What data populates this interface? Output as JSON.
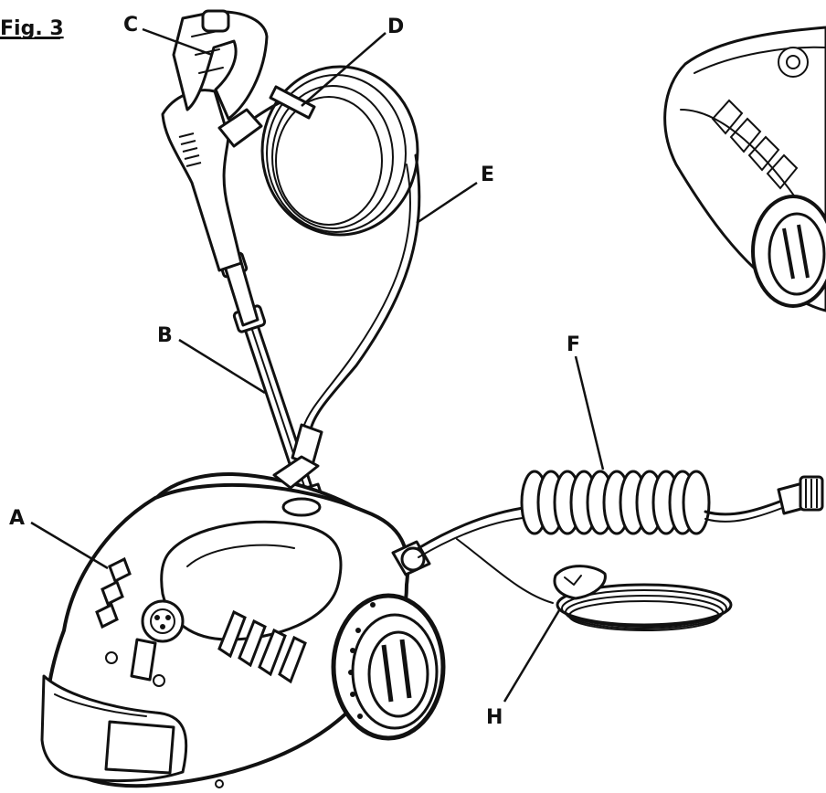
{
  "figure": {
    "label": "Fig. 3"
  },
  "callouts": [
    {
      "id": "A",
      "text": "A"
    },
    {
      "id": "B",
      "text": "B"
    },
    {
      "id": "C",
      "text": "C"
    },
    {
      "id": "D",
      "text": "D"
    },
    {
      "id": "E",
      "text": "E"
    },
    {
      "id": "F",
      "text": "F"
    },
    {
      "id": "H",
      "text": "H"
    }
  ]
}
